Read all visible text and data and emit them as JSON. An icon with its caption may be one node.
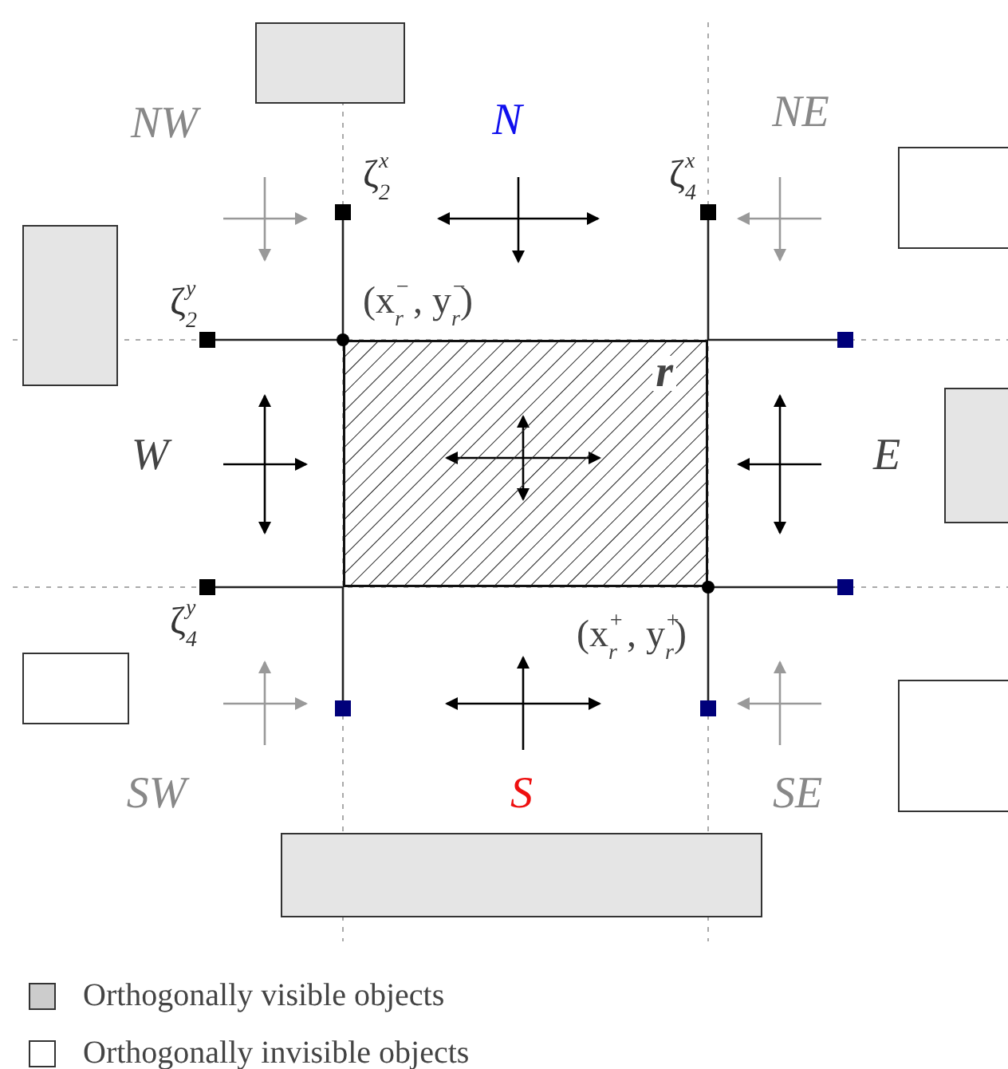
{
  "diagram": {
    "nodes": [
      {
        "text": [
          "r"
        ],
        "beside": [
          "(x$^{−}$$_{r}$ , y$^{−}$$_{r}$)",
          "(x$^{+}$$_{r}$ , y$^{+}$$_{r}$)"
        ]
      },
      {
        "text": [],
        "shape": "box"
      },
      {
        "text": [],
        "shape": "box"
      },
      {
        "text": [],
        "shape": "box"
      },
      {
        "text": [],
        "shape": "box"
      },
      {
        "text": [],
        "shape": "box"
      },
      {
        "text": [],
        "shape": "box"
      },
      {
        "text": [],
        "shape": "box"
      }
    ],
    "labels": [
      "NW",
      "N",
      "NE",
      "ζ$^{x}$$_{2}$",
      "ζ$^{x}$$_{4}$",
      "ζ$^{y}$$_{2}$",
      "W",
      "E",
      "ζ$^{y}$$_{4}$",
      "SW",
      "S",
      "SE"
    ],
    "legend": [
      {
        "text": "Orthogonally visible objects",
        "color": "#cccccc"
      },
      {
        "text": "Orthogonally invisible objects",
        "color": "#ffffff"
      }
    ]
  }
}
